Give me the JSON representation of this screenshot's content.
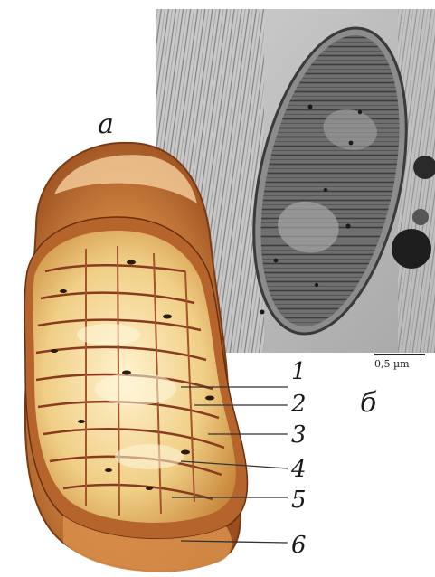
{
  "figure": {
    "panel_a_label": "а",
    "panel_b_label": "б",
    "scale_bar_label": "0,5 µm",
    "callouts": [
      "1",
      "2",
      "3",
      "4",
      "5",
      "6"
    ]
  },
  "colors": {
    "membrane_outer": "#c77a3a",
    "membrane_highlight": "#f4c99a",
    "matrix": "#f3d79a",
    "cristae_edge": "#8a3a1e",
    "micrograph_bg": "#b8b8b8",
    "micrograph_dark": "#4a4a4a"
  }
}
